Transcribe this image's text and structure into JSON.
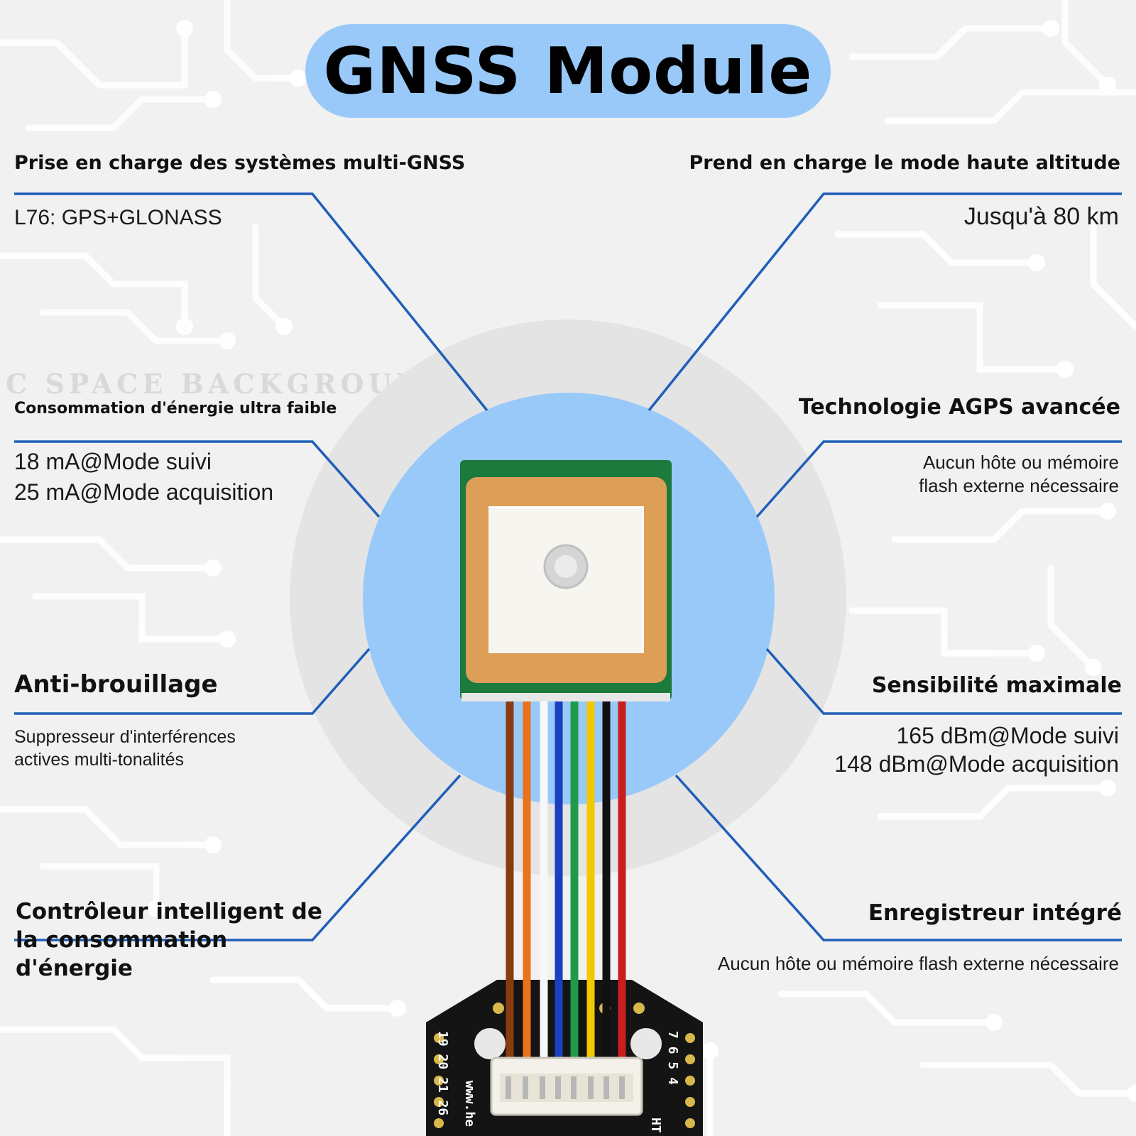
{
  "title": "GNSS Module",
  "watermark": "C SPACE BACKGROUN",
  "features": {
    "multi_gnss": {
      "heading": "Prise en charge des systèmes multi-GNSS",
      "lines": [
        "L76: GPS+GLONASS"
      ]
    },
    "high_altitude": {
      "heading": "Prend en charge le mode haute altitude",
      "lines": [
        "Jusqu'à 80 km"
      ]
    },
    "low_power": {
      "heading": "Consommation d'énergie ultra faible",
      "lines": [
        "18 mA@Mode suivi",
        "25 mA@Mode acquisition"
      ]
    },
    "agps": {
      "heading": "Technologie AGPS avancée",
      "lines": [
        "Aucun hôte ou mémoire",
        "flash externe nécessaire"
      ]
    },
    "anti_jamming": {
      "heading": "Anti-brouillage",
      "lines": [
        "Suppresseur d'interférences",
        "actives multi-tonalités"
      ]
    },
    "sensitivity": {
      "heading": "Sensibilité maximale",
      "lines": [
        "165 dBm@Mode suivi",
        "148 dBm@Mode acquisition"
      ]
    },
    "power_controller": {
      "heading_lines": [
        "Contrôleur intelligent de",
        "la consommation",
        "d'énergie"
      ]
    },
    "logger": {
      "heading": "Enregistreur intégré",
      "lines": [
        "Aucun hôte ou mémoire flash externe nécessaire"
      ]
    }
  },
  "board_labels": {
    "pins_left": [
      "19",
      "20",
      "21",
      "26"
    ],
    "pins_right": [
      "7",
      "6",
      "5",
      "4"
    ],
    "url": "www.he",
    "brand": "HT"
  },
  "colors": {
    "accent_blue": "#99c9f9",
    "line_blue": "#1f5fb8",
    "background": "#f1f1f1",
    "wires": [
      "#8a3b12",
      "#e8731c",
      "#f4f4f4",
      "#1b3fbf",
      "#1f9a4a",
      "#f2c800",
      "#111111",
      "#c81e1e"
    ]
  }
}
